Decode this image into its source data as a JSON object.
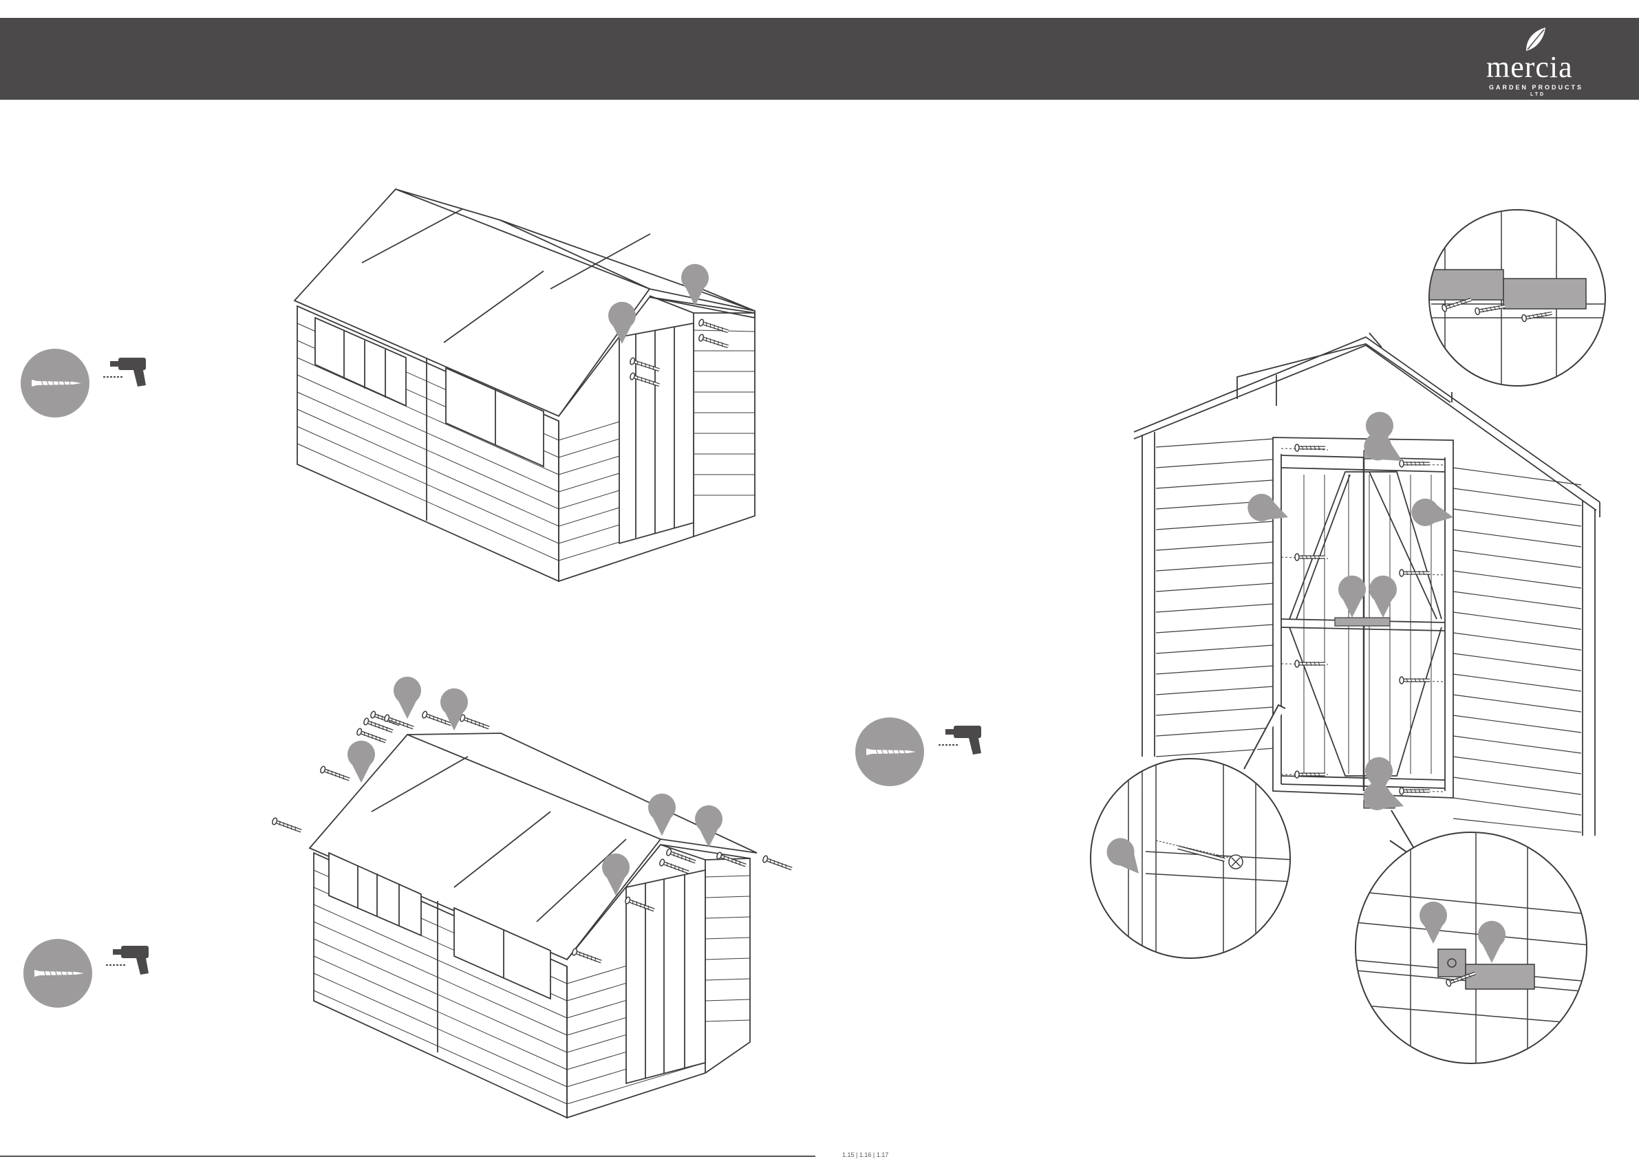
{
  "header": {
    "logo": {
      "name": "mercia",
      "subtitle": "GARDEN PRODUCTS",
      "suffix": "LTD",
      "icon": "leaf-icon"
    },
    "background": "#4b494a"
  },
  "steps": [
    {
      "id": "step-a",
      "tool_icons": [
        "screw-icon",
        "drill-icon"
      ],
      "callout_count": 2
    },
    {
      "id": "step-b",
      "tool_icons": [
        "screw-icon",
        "drill-icon"
      ],
      "callout_count": 6
    },
    {
      "id": "step-c",
      "tool_icons": [
        "screw-icon",
        "drill-icon"
      ],
      "callout_count": 11
    }
  ],
  "colors": {
    "callout": "#9d9b9c",
    "line": "#3c3a3b",
    "block": "#a8a6a7"
  },
  "footer": {
    "text": "1.15 | 1.16 | 1.17"
  }
}
